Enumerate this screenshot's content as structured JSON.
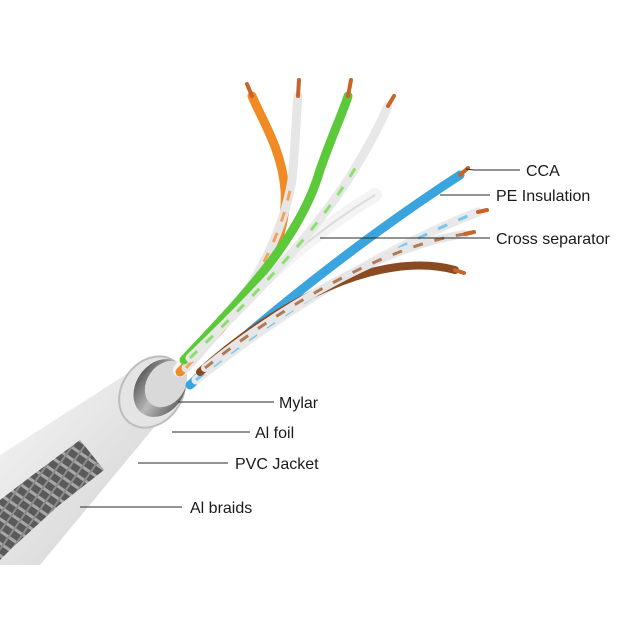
{
  "labels": {
    "cca": "CCA",
    "pe_insulation": "PE Insulation",
    "cross_separator": "Cross separator",
    "mylar": "Mylar",
    "al_foil": "Al foil",
    "pvc_jacket": "PVC Jacket",
    "al_braids": "Al braids"
  },
  "colors": {
    "orange": "#f08a24",
    "green": "#5cc93a",
    "blue": "#3aa4de",
    "brown": "#8a4a22",
    "white_wire": "#e9e9e9",
    "copper": "#c8642a",
    "jacket": "#ececec",
    "braid": "#6f6f6f"
  }
}
